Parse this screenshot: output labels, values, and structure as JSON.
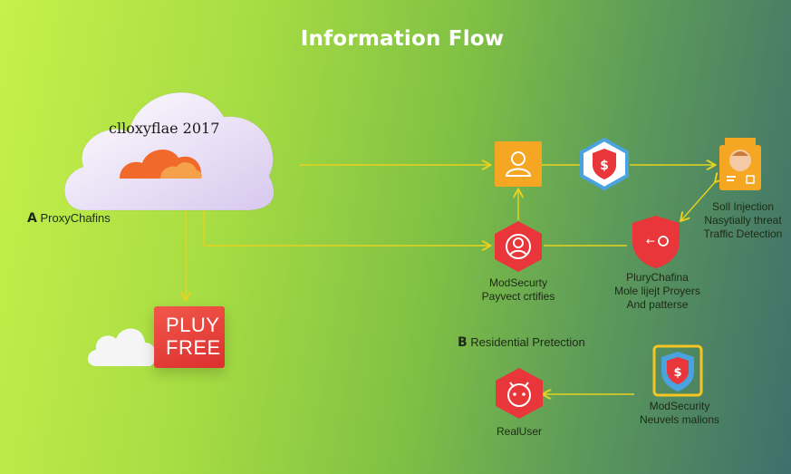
{
  "title": "Information Flow",
  "cloud_label": "clloxyflae 2017",
  "section_a": {
    "letter": "A",
    "label": "ProxyChafins"
  },
  "section_b": {
    "letter": "B",
    "label": "Residential Pretection"
  },
  "free_box": {
    "line1": "PLUY",
    "line2": "FREE"
  },
  "modsecurity_mid": {
    "line1": "ModSecurty",
    "line2": "Payvect crtifies"
  },
  "plury": {
    "line1": "PluryChafina",
    "line2": "Mole lijejt Proyers",
    "line3": "And patterse"
  },
  "injection": {
    "line1": "Soll Injection",
    "line2": "Nasytially threat",
    "line3": "Traffic Detection"
  },
  "realuser": {
    "label": "RealUser"
  },
  "modsecurity_bottom": {
    "line1": "ModSecurity",
    "line2": "Neuvels malions"
  },
  "colors": {
    "red": "#e8363a",
    "orange": "#f5a623",
    "blue": "#4aa3df",
    "yellow_line": "#e8d21f"
  }
}
